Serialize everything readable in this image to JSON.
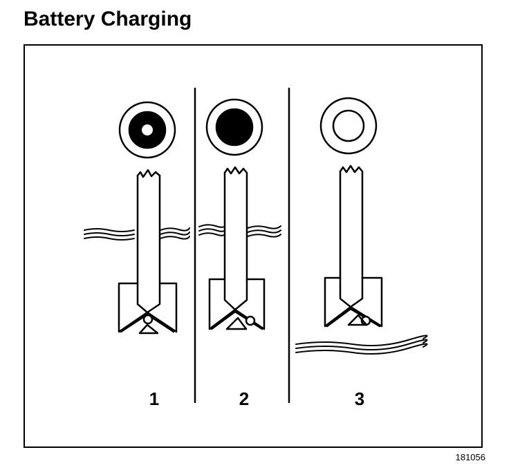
{
  "page": {
    "title": "Battery Charging",
    "figure_id": "181056"
  },
  "panels": [
    {
      "number": "1",
      "indicator": "dark ring with light center"
    },
    {
      "number": "2",
      "indicator": "dark center"
    },
    {
      "number": "3",
      "indicator": "light"
    }
  ],
  "colors": {
    "ink": "#000000",
    "paper": "#ffffff"
  }
}
